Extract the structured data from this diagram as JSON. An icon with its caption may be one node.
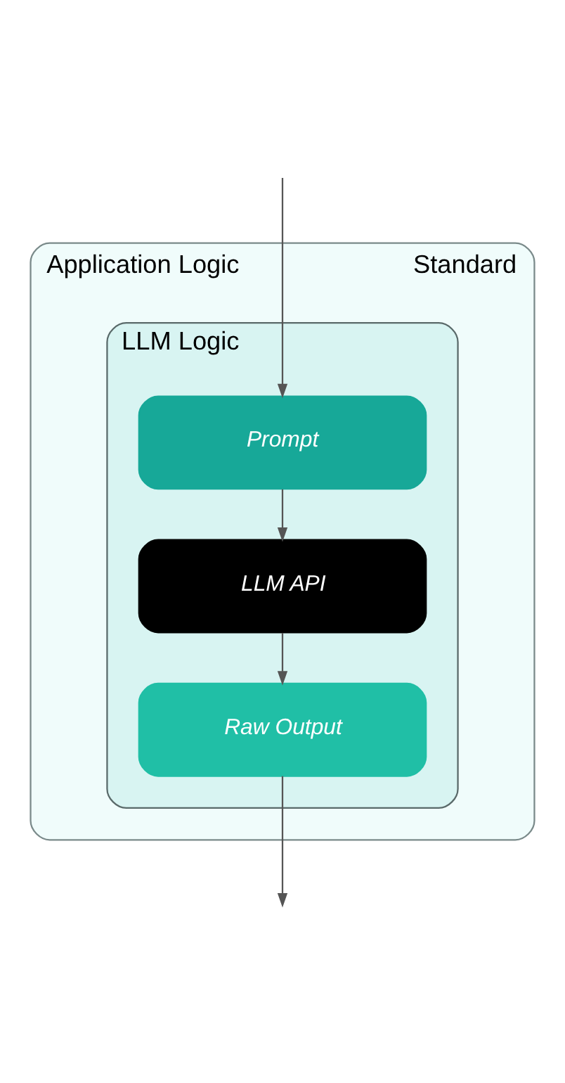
{
  "diagram": {
    "nodes": [
      {
        "text": [
          "Application Logic",
          "Standard"
        ]
      },
      {
        "text": [
          "LLM Logic"
        ],
        "in": 0
      },
      {
        "text": [
          "Prompt"
        ],
        "in": 1
      },
      {
        "text": [
          "LLM API"
        ],
        "in": 1
      },
      {
        "text": [
          "Raw Output"
        ],
        "in": 1
      }
    ],
    "edges": [
      {
        "from": null,
        "to": 2,
        "arrow": "to"
      },
      {
        "from": 2,
        "to": 3,
        "arrow": "to"
      },
      {
        "from": 3,
        "to": 4,
        "arrow": "to"
      },
      {
        "from": 4,
        "to": null,
        "arrow": "to"
      }
    ]
  }
}
